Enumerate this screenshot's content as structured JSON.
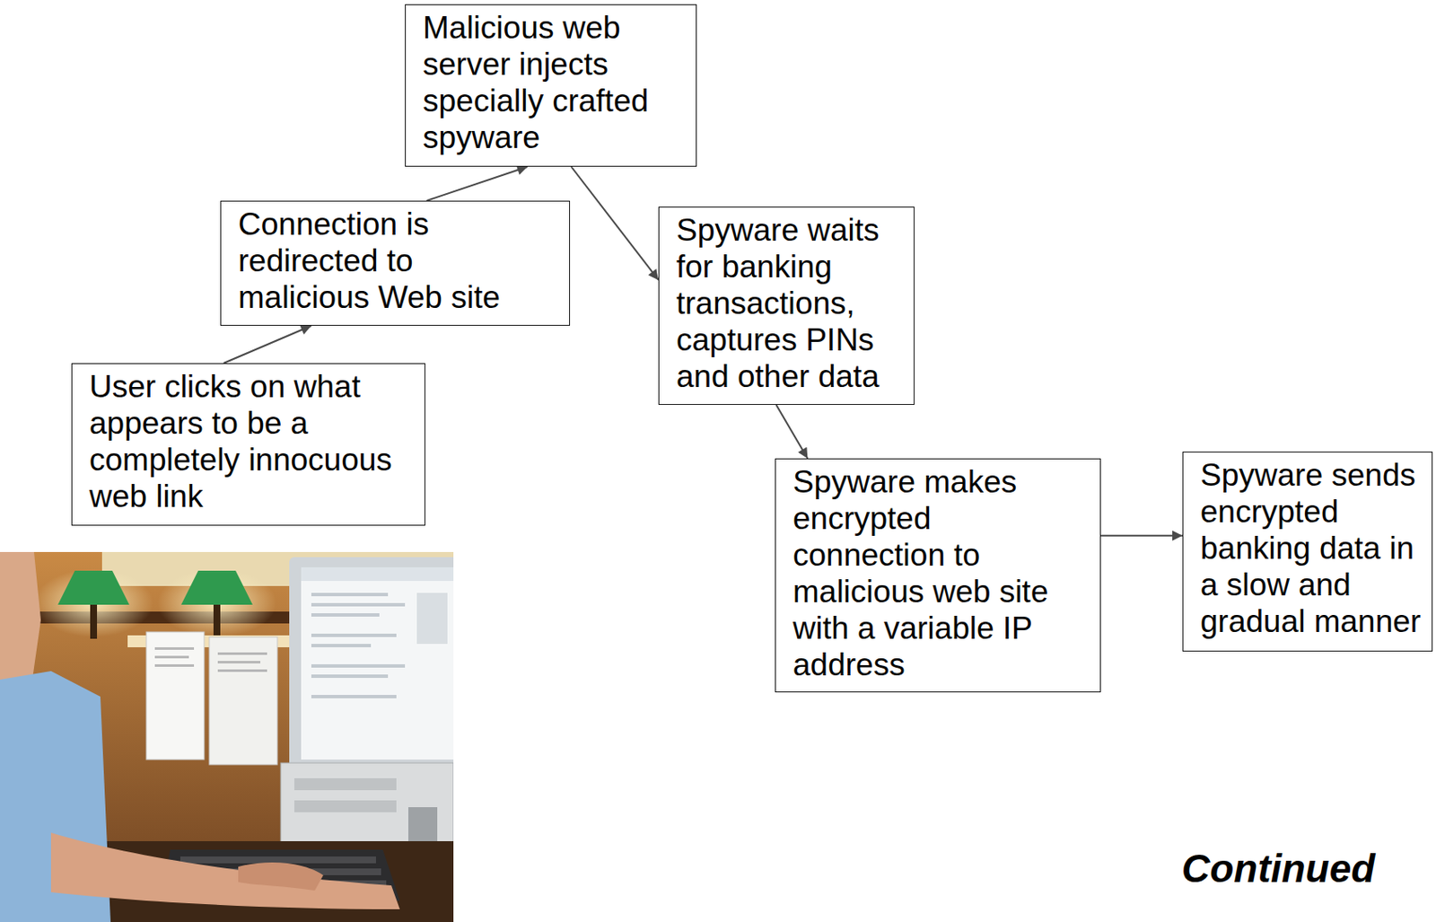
{
  "diagram": {
    "nodes": [
      {
        "text": [
          "User clicks on what appears to be a completely innocuous web link"
        ]
      },
      {
        "text": [
          "Connection is redirected to malicious Web site"
        ]
      },
      {
        "text": [
          "Malicious web server injects specially crafted spyware"
        ]
      },
      {
        "text": [
          "Spyware waits for banking transactions, captures PINs and other data"
        ]
      },
      {
        "text": [
          "Spyware makes encrypted connection to malicious web site with a variable IP address"
        ]
      },
      {
        "text": [
          "Spyware sends encrypted banking data in a slow and gradual manner"
        ]
      }
    ],
    "edges": [
      {
        "from": 0,
        "to": 1,
        "arrow": "to"
      },
      {
        "from": 1,
        "to": 2,
        "arrow": "to"
      },
      {
        "from": 2,
        "to": 3,
        "arrow": "to"
      },
      {
        "from": 3,
        "to": 4,
        "arrow": "to"
      },
      {
        "from": 4,
        "to": 5,
        "arrow": "to"
      }
    ],
    "labels": [
      "Continued"
    ]
  }
}
